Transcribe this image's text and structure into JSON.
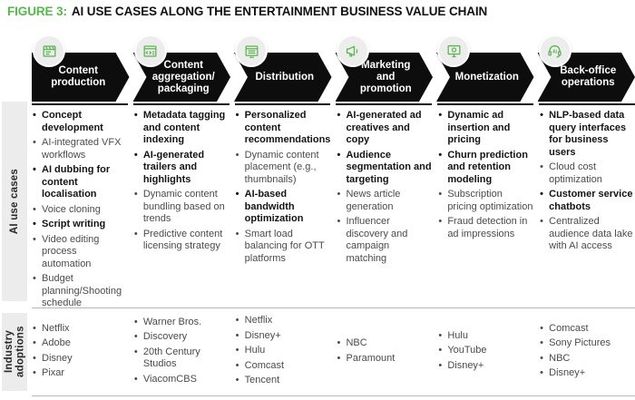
{
  "title": {
    "label": "FIGURE 3:",
    "text": "AI USE CASES ALONG THE ENTERTAINMENT BUSINESS VALUE CHAIN"
  },
  "colors": {
    "accent_green": "#53b948",
    "arrow_black": "#0d0d0d",
    "sidebar_gray": "#ececec"
  },
  "row_labels": {
    "use_cases": "AI use cases",
    "adoptions": "Industry adoptions"
  },
  "stages": [
    {
      "name": "Content production",
      "icon": "clapperboard-icon",
      "use_cases": [
        {
          "text": "Concept development",
          "bold": true
        },
        {
          "text": "AI-integrated VFX workflows",
          "bold": false
        },
        {
          "text": "AI dubbing for content localisation",
          "bold": true
        },
        {
          "text": "Voice cloning",
          "bold": false
        },
        {
          "text": "Script writing",
          "bold": true
        },
        {
          "text": "Video editing process automation",
          "bold": false
        },
        {
          "text": "Budget planning/Shooting schedule",
          "bold": false
        }
      ],
      "adoptions": [
        "Netflix",
        "Adobe",
        "Disney",
        "Pixar"
      ]
    },
    {
      "name": "Content aggregation/ packaging",
      "icon": "code-window-icon",
      "use_cases": [
        {
          "text": "Metadata tagging and content indexing",
          "bold": true
        },
        {
          "text": "AI-generated trailers and highlights",
          "bold": true
        },
        {
          "text": "Dynamic content bundling based on trends",
          "bold": false
        },
        {
          "text": "Predictive content licensing strategy",
          "bold": false
        }
      ],
      "adoptions": [
        "Warner Bros.",
        "Discovery",
        "20th Century Studios",
        "ViacomCBS"
      ]
    },
    {
      "name": "Distribution",
      "icon": "screen-icon",
      "use_cases": [
        {
          "text": "Personalized content recommendations",
          "bold": true
        },
        {
          "text": "Dynamic content placement (e.g., thumbnails)",
          "bold": false
        },
        {
          "text": "AI-based bandwidth optimization",
          "bold": true
        },
        {
          "text": "Smart load balancing for OTT platforms",
          "bold": false
        }
      ],
      "adoptions": [
        "Netflix",
        "Disney+",
        "Hulu",
        "Comcast",
        "Tencent"
      ]
    },
    {
      "name": "Marketing and promotion",
      "icon": "megaphone-icon",
      "use_cases": [
        {
          "text": "AI-generated ad creatives and copy",
          "bold": true
        },
        {
          "text": "Audience segmentation and targeting",
          "bold": true
        },
        {
          "text": "News article generation",
          "bold": false
        },
        {
          "text": "Influencer discovery and campaign matching",
          "bold": false
        }
      ],
      "adoptions": [
        "NBC",
        "Paramount"
      ]
    },
    {
      "name": "Monetization",
      "icon": "monitor-money-icon",
      "use_cases": [
        {
          "text": "Dynamic ad insertion and pricing",
          "bold": true
        },
        {
          "text": "Churn prediction and retention modeling",
          "bold": true
        },
        {
          "text": "Subscription pricing optimization",
          "bold": false
        },
        {
          "text": "Fraud detection in ad impressions",
          "bold": false
        }
      ],
      "adoptions": [
        "Hulu",
        "YouTube",
        "Disney+"
      ]
    },
    {
      "name": "Back-office operations",
      "icon": "headset-ai-icon",
      "use_cases": [
        {
          "text": "NLP-based data query interfaces for business users",
          "bold": true
        },
        {
          "text": "Cloud cost optimization",
          "bold": false
        },
        {
          "text": "Customer service chatbots",
          "bold": true
        },
        {
          "text": "Centralized audience data lake with AI access",
          "bold": false
        }
      ],
      "adoptions": [
        "Comcast",
        "Sony Pictures",
        "NBC",
        "Disney+"
      ]
    }
  ]
}
